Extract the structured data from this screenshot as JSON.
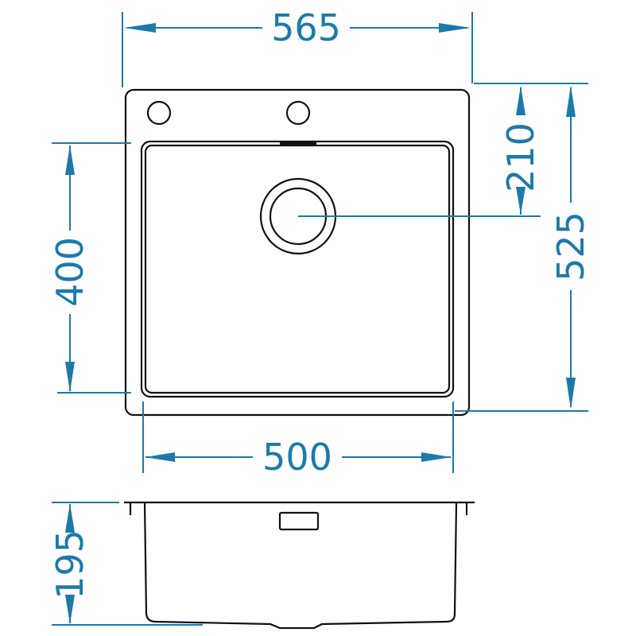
{
  "drawing": {
    "colors": {
      "dimension": "#1c7aab",
      "outline": "#111111"
    },
    "dimensions": {
      "overall_width": "565",
      "overall_depth": "525",
      "drain_offset": "210",
      "bowl_depth_plan": "400",
      "bowl_width": "500",
      "bowl_height": "195"
    }
  }
}
